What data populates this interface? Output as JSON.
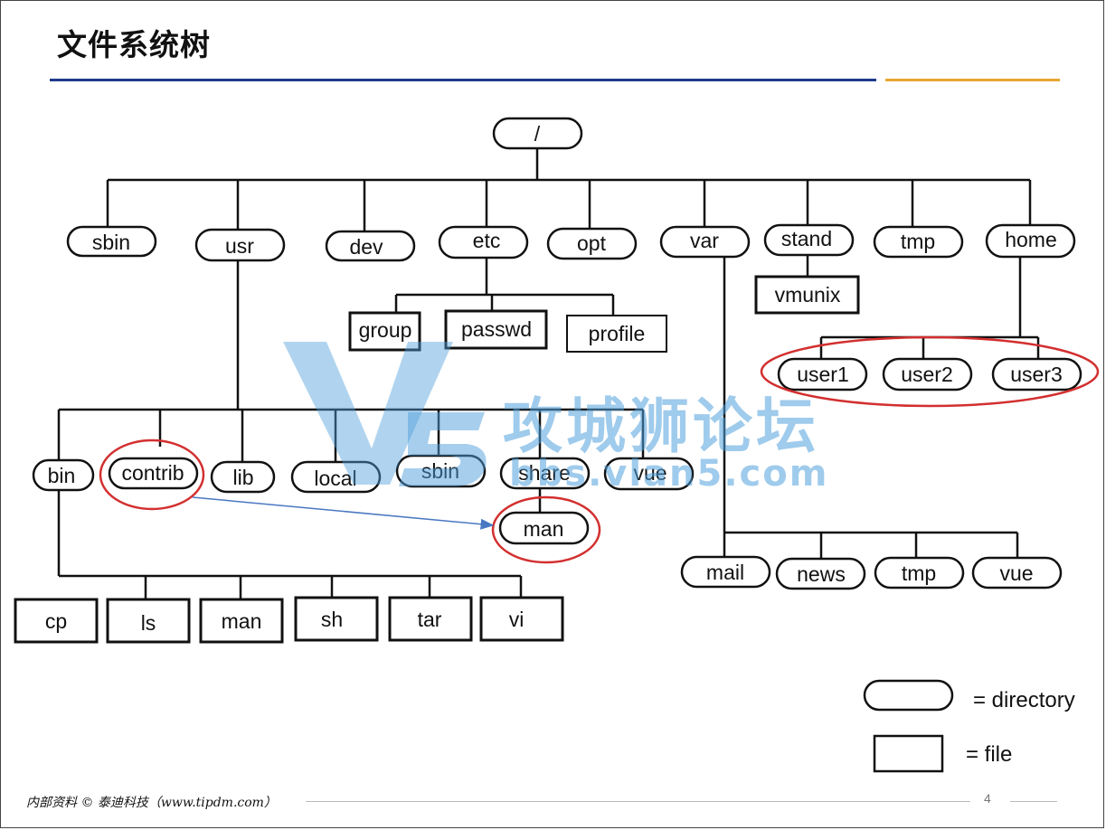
{
  "title": "文件系统树",
  "tree": {
    "root": "/",
    "level1": [
      "sbin",
      "usr",
      "dev",
      "etc",
      "opt",
      "var",
      "stand",
      "tmp",
      "home"
    ],
    "etc_children": [
      "group",
      "passwd",
      "profile"
    ],
    "stand_children": [
      "vmunix"
    ],
    "home_children": [
      "user1",
      "user2",
      "user3"
    ],
    "usr_children": [
      "bin",
      "contrib",
      "lib",
      "local",
      "sbin",
      "share",
      "vue"
    ],
    "share_children": [
      "man"
    ],
    "bin_children": [
      "cp",
      "ls",
      "man",
      "sh",
      "tar",
      "vi"
    ],
    "var_children": [
      "mail",
      "news",
      "tmp",
      "vue"
    ]
  },
  "legend": {
    "directory": "= directory",
    "file": "= file"
  },
  "highlight_color": "#d32f2f",
  "arrow_color": "#4a78c2",
  "watermark": {
    "cn": "攻城狮论坛",
    "url": "bbs.vlan5.com"
  },
  "footer": {
    "text": "内部资料 © 泰迪科技（www.tipdm.com）",
    "page": "4"
  }
}
